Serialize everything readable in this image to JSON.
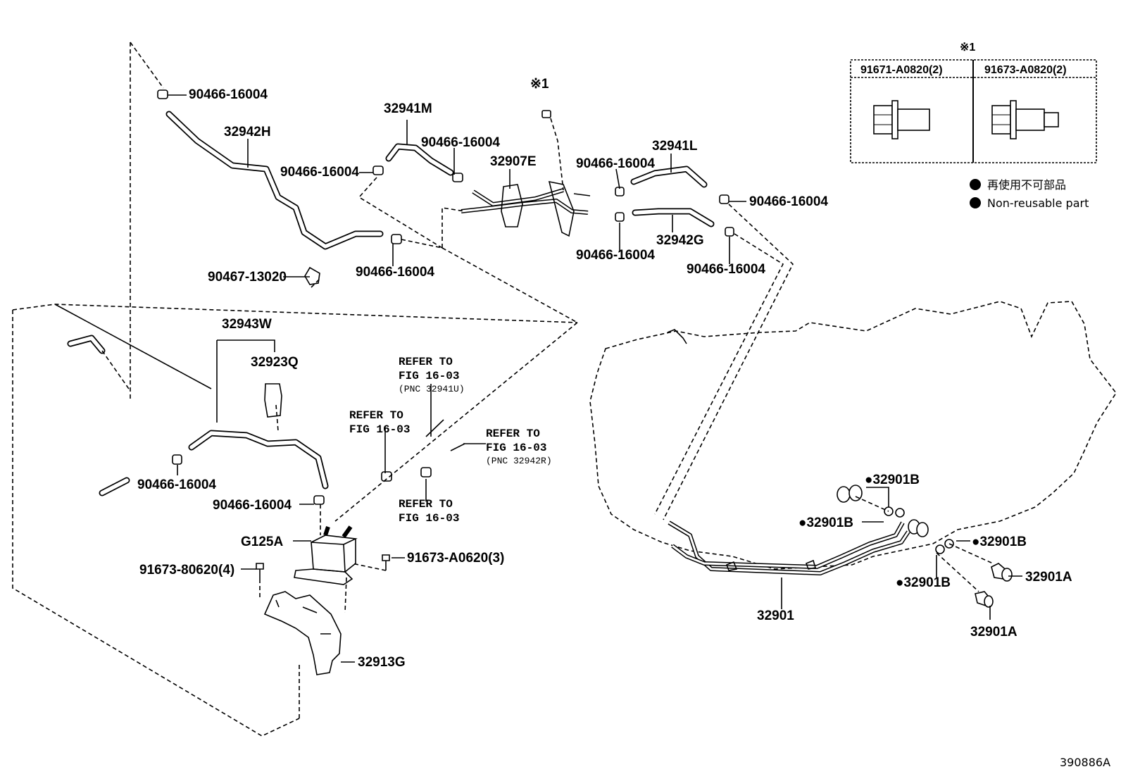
{
  "diagram": {
    "labels": {
      "p_90466_a": "90466-16004",
      "p_32942H": "32942H",
      "p_32941M": "32941M",
      "p_90466_b": "90466-16004",
      "p_90466_c": "90466-16004",
      "p_32907E": "32907E",
      "p_32941L": "32941L",
      "p_90466_d": "90466-16004",
      "p_90466_e": "90466-16004",
      "p_32942G": "32942G",
      "p_90466_f": "90466-16004",
      "p_90466_g": "90466-16004",
      "p_90466_h": "90466-16004",
      "p_90467": "90467-13020",
      "p_32943W": "32943W",
      "p_32923Q": "32923Q",
      "p_90466_i": "90466-16004",
      "p_90466_j": "90466-16004",
      "p_G125A": "G125A",
      "p_91673_80620": "91673-80620(4)",
      "p_91673_A0620": "91673-A0620(3)",
      "p_32913G": "32913G",
      "p_32901": "32901",
      "p_32901B_1": "●32901B",
      "p_32901B_2": "●32901B",
      "p_32901B_3": "●32901B",
      "p_32901B_4": "●32901B",
      "p_32901A_1": "32901A",
      "p_32901A_2": "32901A",
      "mark_1": "※1"
    },
    "references": {
      "ref1_l1": "REFER TO",
      "ref1_l2": "FIG 16-03",
      "ref1_l3": "(PNC 32941U)",
      "ref2_l1": "REFER TO",
      "ref2_l2": "FIG 16-03",
      "ref3_l1": "REFER TO",
      "ref3_l2": "FIG 16-03",
      "ref3_l3": "(PNC 32942R)",
      "ref4_l1": "REFER TO",
      "ref4_l2": "FIG 16-03"
    },
    "table": {
      "mark": "※1",
      "col1": "91671-A0820(2)",
      "col2": "91673-A0820(2)"
    },
    "legend": {
      "line_jp": "再使用不可部品",
      "line_en": "Non-reusable part"
    },
    "figure_id": "390886A"
  }
}
